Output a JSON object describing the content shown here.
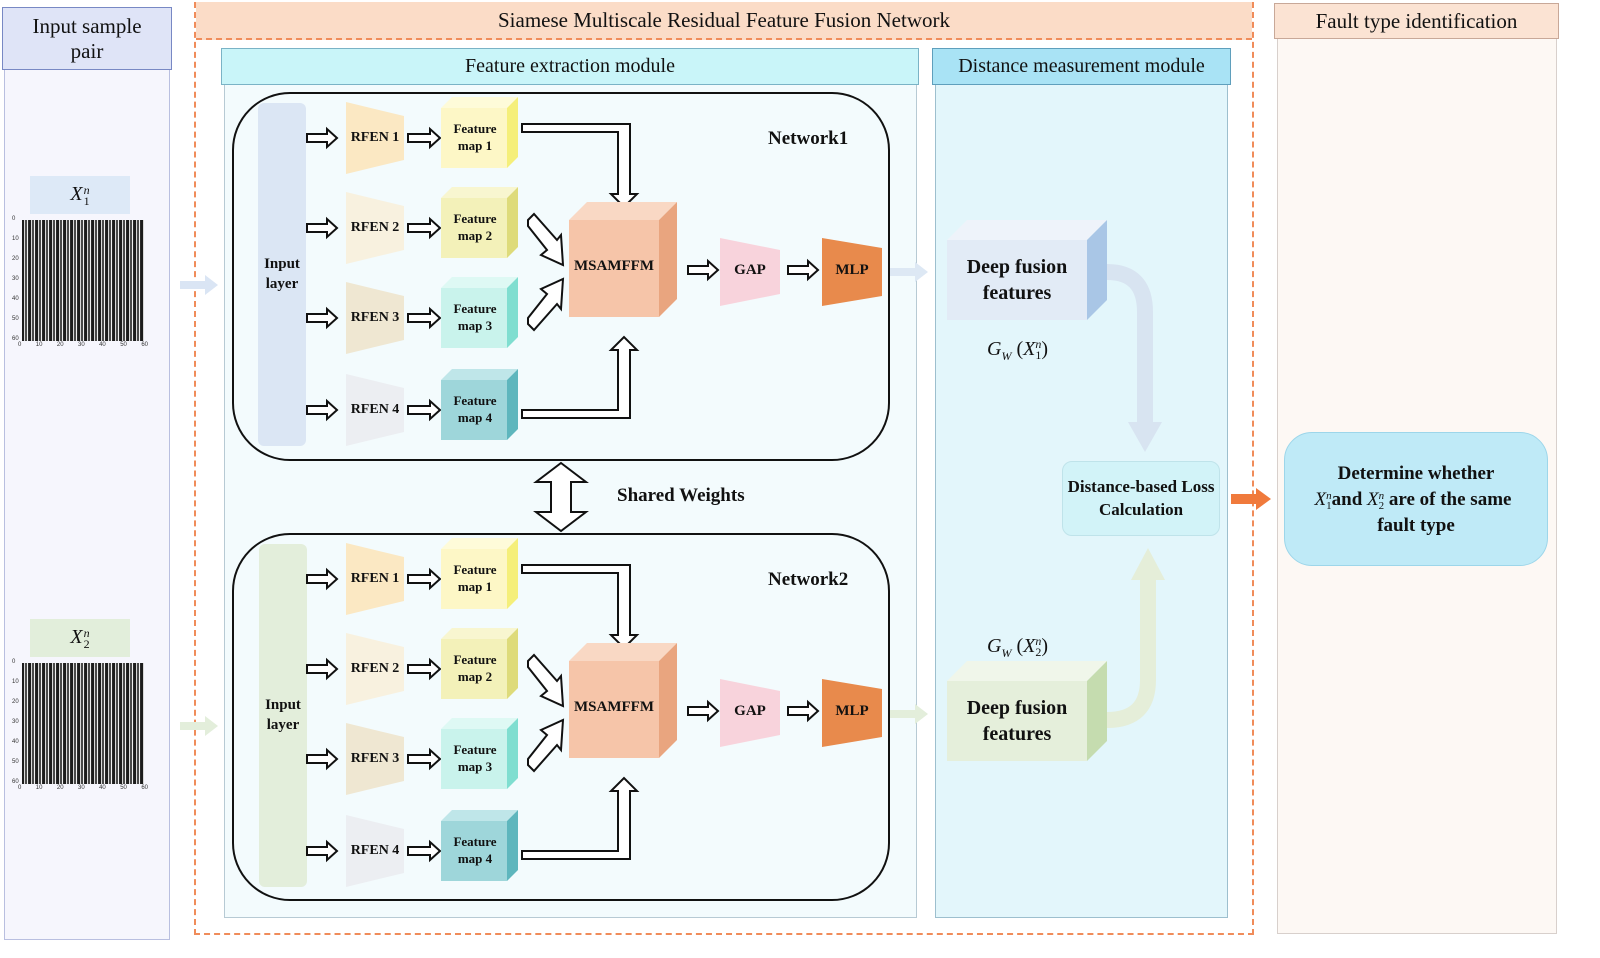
{
  "columns": {
    "input": "Input sample pair",
    "main": "Siamese Multiscale Residual Feature Fusion Network",
    "feature": "Feature extraction module",
    "distance": "Distance measurement module",
    "fault": "Fault type identification"
  },
  "samples": {
    "x1": {
      "base": "X",
      "sub": "1",
      "sup": "n"
    },
    "x2": {
      "base": "X",
      "sub": "2",
      "sup": "n"
    },
    "axis_ticks_y": [
      "0",
      "10",
      "20",
      "30",
      "40",
      "50",
      "60"
    ],
    "axis_ticks_x": [
      "0",
      "10",
      "20",
      "30",
      "40",
      "50",
      "60"
    ]
  },
  "network1": {
    "name": "Network1",
    "input_layer": "Input layer",
    "rfen": [
      "RFEN 1",
      "RFEN 2",
      "RFEN 3",
      "RFEN 4"
    ],
    "feature_maps": [
      "Feature map 1",
      "Feature map 2",
      "Feature map 3",
      "Feature map 4"
    ],
    "fusion": "MSAMFFM",
    "pool": "GAP",
    "mlp": "MLP"
  },
  "network2": {
    "name": "Network2",
    "input_layer": "Input layer",
    "rfen": [
      "RFEN 1",
      "RFEN 2",
      "RFEN 3",
      "RFEN 4"
    ],
    "feature_maps": [
      "Feature map 1",
      "Feature map 2",
      "Feature map 3",
      "Feature map 4"
    ],
    "fusion": "MSAMFFM",
    "pool": "GAP",
    "mlp": "MLP"
  },
  "shared_weights": "Shared Weights",
  "deep_features": {
    "top": "Deep fusion features",
    "bottom": "Deep fusion features",
    "g_top": {
      "base": "G",
      "sub": "W",
      "arg_base": "X",
      "arg_sub": "1",
      "arg_sup": "n"
    },
    "g_bottom": {
      "base": "G",
      "sub": "W",
      "arg_base": "X",
      "arg_sub": "2",
      "arg_sup": "n"
    }
  },
  "loss": "Distance-based Loss Calculation",
  "decision": {
    "line1": "Determine whether",
    "and_text": "and",
    "line2_tail": "are of the same",
    "line3": "fault type"
  },
  "colors": {
    "orange_border": "#f08c5a",
    "cyan_header": "#c6f4f8",
    "msamffm": "#f6c5a9",
    "mlp": "#e88a4c",
    "gap": "#f8d3dc",
    "decision": "#bfeaf7",
    "output_arrow": "#f07a3c"
  }
}
